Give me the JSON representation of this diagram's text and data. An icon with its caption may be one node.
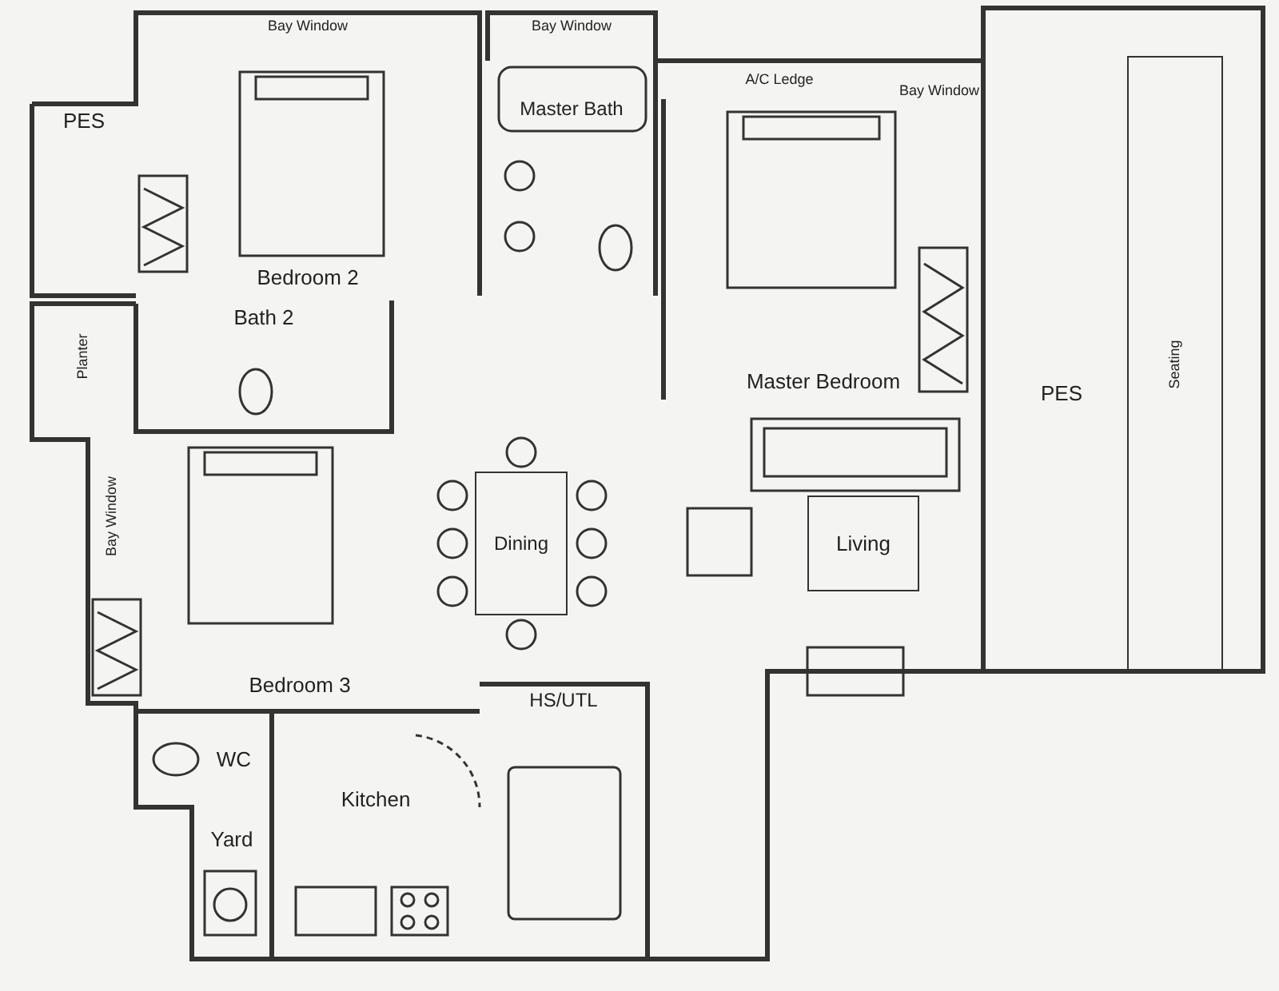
{
  "diagram": {
    "nodes": [
      {
        "text": [
          "Bay Window"
        ]
      },
      {
        "text": [
          "Bay Window"
        ]
      },
      {
        "text": [
          "Master Bath"
        ]
      },
      {
        "text": [
          "A/C Ledge"
        ]
      },
      {
        "text": [
          "Bay Window"
        ]
      },
      {
        "text": [
          "PES"
        ]
      },
      {
        "text": [
          "Bedroom 2"
        ]
      },
      {
        "text": [
          "Master Bedroom"
        ]
      },
      {
        "text": [
          "Planter"
        ]
      },
      {
        "text": [
          "Bath 2"
        ]
      },
      {
        "text": [
          "PES"
        ]
      },
      {
        "text": [
          "Seating"
        ],
        "in": 10
      },
      {
        "text": [
          "Dining"
        ]
      },
      {
        "text": [
          "Living"
        ]
      },
      {
        "text": [
          "Bay Window"
        ]
      },
      {
        "text": [
          "Bedroom 3"
        ]
      },
      {
        "text": [
          "WC"
        ]
      },
      {
        "text": [
          "HS/UTL"
        ]
      },
      {
        "text": [
          "Yard"
        ]
      },
      {
        "text": [
          "Kitchen"
        ]
      }
    ]
  }
}
